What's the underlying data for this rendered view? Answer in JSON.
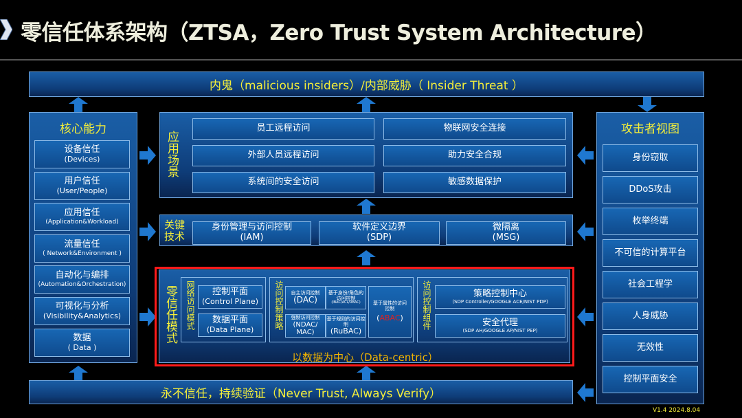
{
  "title": "零信任体系架构（ZTSA，Zero Trust System Architecture）",
  "top_banner": "内鬼（malicious insiders）/内部威胁（ Insider Threat ）",
  "bottom_banner": "永不信任，持续验证（Never Trust, Always Verify）",
  "core": {
    "title": "核心能力",
    "items": [
      {
        "cn": "设备信任",
        "en": "(Devices)"
      },
      {
        "cn": "用户信任",
        "en": "(User/People)"
      },
      {
        "cn": "应用信任",
        "en": "(Application&Workload)"
      },
      {
        "cn": "流量信任",
        "en": "( Network&Environment )"
      },
      {
        "cn": "自动化与编排",
        "en": "(Automation&Orchestration)"
      },
      {
        "cn": "可视化与分析",
        "en": "(Visibility&Analytics)"
      },
      {
        "cn": "数据",
        "en": "( Data )"
      }
    ]
  },
  "attacker": {
    "title": "攻击者视图",
    "items": [
      "身份窃取",
      "DDoS攻击",
      "枚举终端",
      "不可信的计算平台",
      "社会工程学",
      "人身威胁",
      "无效性",
      "控制平面安全"
    ]
  },
  "scenarios": {
    "label": "应用场景",
    "items": [
      "员工远程访问",
      "物联网安全连接",
      "外部人员远程访问",
      "助力安全合规",
      "系统间的安全访问",
      "敏感数据保护"
    ]
  },
  "keytech": {
    "label": "关键技术",
    "items": [
      {
        "cn": "身份管理与访问控制",
        "en": "(IAM)"
      },
      {
        "cn": "软件定义边界",
        "en": "(SDP)"
      },
      {
        "cn": "微隔离",
        "en": "(MSG)"
      }
    ]
  },
  "ztmode": {
    "label": "零信任模式",
    "footer": "以数据为中心（Data-centric）",
    "network": {
      "label": "网络访问模式",
      "items": [
        {
          "cn": "控制平面",
          "en": "(Control Plane)"
        },
        {
          "cn": "数据平面",
          "en": "(Data Plane)"
        }
      ]
    },
    "policy": {
      "label": "访问控制策略",
      "dac": {
        "cn": "自主访问控制",
        "en": "(DAC)"
      },
      "ibac": {
        "cn": "基于身份/角色的访问控制",
        "en": "(IBAC/ACL/RBAC)"
      },
      "mac": {
        "cn": "强制访问控制",
        "en": "(NDAC/ MAC)"
      },
      "rubac": {
        "cn": "基于规则的访问控制",
        "en": "(RuBAC)"
      },
      "abac": {
        "cn": "基于属性的访问控制",
        "en": "ABAC",
        "lp": "(",
        "rp": ")"
      }
    },
    "components": {
      "label": "访问控制组件",
      "items": [
        {
          "cn": "策略控制中心",
          "en": "(SDP Controller/GOOGLE ACE/NIST PDP)"
        },
        {
          "cn": "安全代理",
          "en": "(SDP AH/GOOGLE AP/NIST PEP)"
        }
      ]
    }
  },
  "version": "V1.4 2024.8.04",
  "colors": {
    "accent": "#f4ee3a",
    "panel": "#1a5ea6",
    "highlight": "#ff1a1a",
    "abac": "#e02020"
  }
}
